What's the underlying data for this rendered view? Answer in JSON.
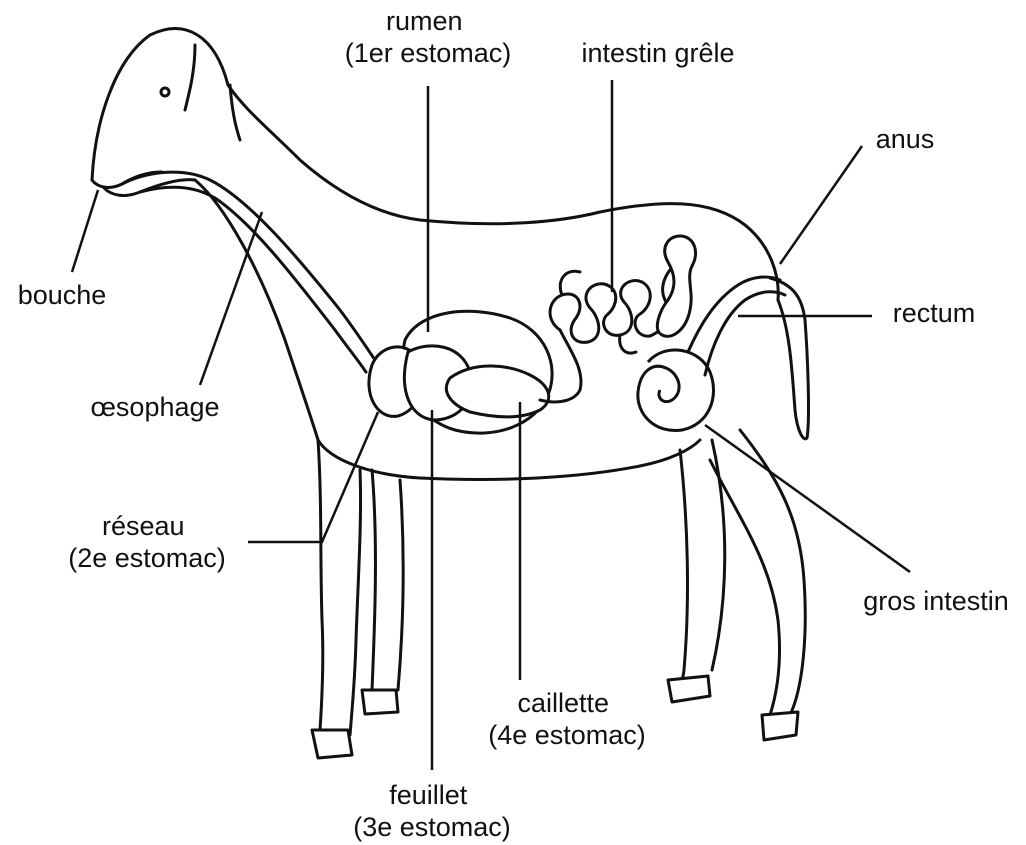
{
  "labels": {
    "rumen": [
      "rumen",
      "(1er estomac)"
    ],
    "intestin_grele": "intestin grêle",
    "anus": "anus",
    "bouche": "bouche",
    "rectum": "rectum",
    "oesophage": "œsophage",
    "reseau": [
      "réseau",
      "(2e estomac)"
    ],
    "gros_intestin": "gros intestin",
    "caillette": [
      "caillette",
      "(4e estomac)"
    ],
    "feuillet": [
      "feuillet",
      "(3e estomac)"
    ]
  },
  "colors": {
    "line": "#111111",
    "background": "#ffffff"
  }
}
